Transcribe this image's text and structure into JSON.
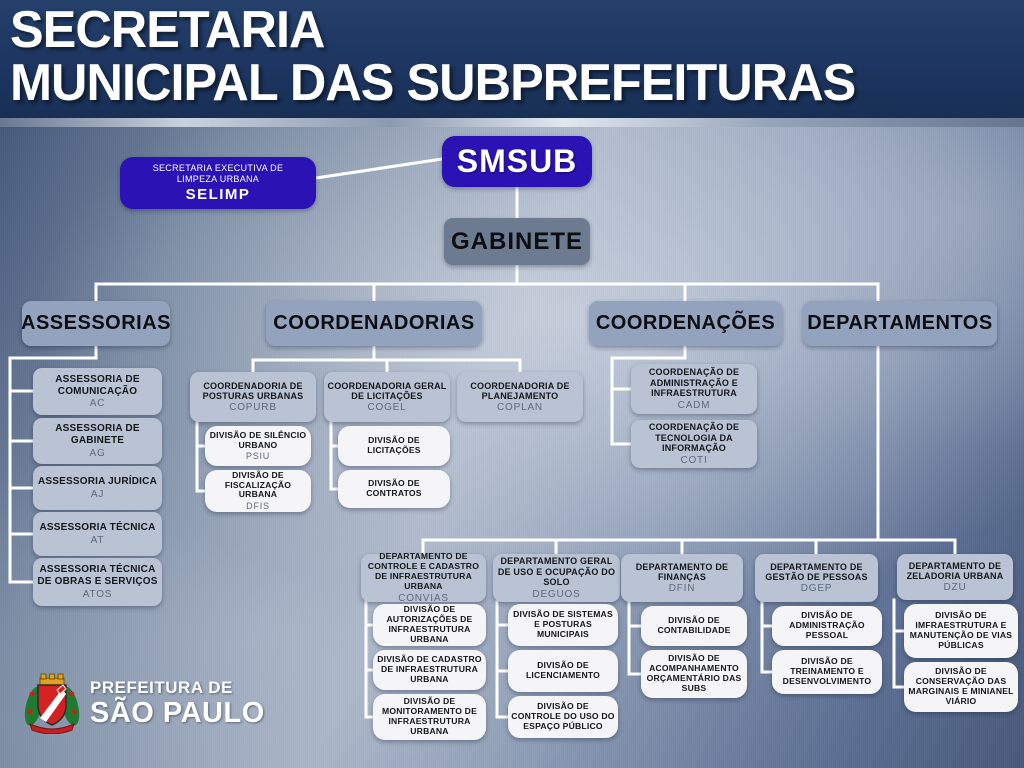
{
  "title": {
    "line1": "SECRETARIA",
    "line2": "MUNICIPAL DAS SUBPREFEITURAS"
  },
  "colors": {
    "title_band": "#1d3560",
    "node_primary": "#2b12b5",
    "node_gabinete": "#6d7b90",
    "node_branch_header": "#93a2bd",
    "node_child": "#bac3d4",
    "node_division": "#f5f5f7",
    "connector": "#ffffff",
    "background_metal": "#8b9bb5"
  },
  "org": {
    "selimp": {
      "subtitle": "SECRETARIA EXECUTIVA DE LIMPEZA URBANA",
      "acronym": "SELIMP"
    },
    "root": {
      "label": "SMSUB"
    },
    "gabinete": {
      "label": "GABINETE"
    },
    "branch_headers": [
      "ASSESSORIAS",
      "COORDENADORIAS",
      "COORDENAÇÕES",
      "DEPARTAMENTOS"
    ],
    "assessorias": [
      {
        "title": "ASSESSORIA DE COMUNICAÇÃO",
        "acronym": "AC"
      },
      {
        "title": "ASSESSORIA DE GABINETE",
        "acronym": "AG"
      },
      {
        "title": "ASSESSORIA JURÍDICA",
        "acronym": "AJ"
      },
      {
        "title": "ASSESSORIA TÉCNICA",
        "acronym": "AT"
      },
      {
        "title": "ASSESSORIA TÉCNICA DE OBRAS E SERVIÇOS",
        "acronym": "ATOS"
      }
    ],
    "coordenadorias": [
      {
        "title": "COORDENADORIA DE POSTURAS URBANAS",
        "acronym": "COPURB",
        "divisions": [
          {
            "title": "DIVISÃO DE SILÊNCIO URBANO",
            "acronym": "PSIU"
          },
          {
            "title": "DIVISÃO DE FISCALIZAÇÃO URBANA",
            "acronym": "DFIS"
          }
        ]
      },
      {
        "title": "COORDENADORIA GERAL DE LICITAÇÕES",
        "acronym": "COGEL",
        "divisions": [
          {
            "title": "DIVISÃO DE LICITAÇÕES"
          },
          {
            "title": "DIVISÃO DE CONTRATOS"
          }
        ]
      },
      {
        "title": "COORDENADORIA DE PLANEJAMENTO",
        "acronym": "COPLAN",
        "divisions": []
      }
    ],
    "coordenacoes": [
      {
        "title": "COORDENAÇÃO DE ADMINISTRAÇÃO E INFRAESTRUTURA",
        "acronym": "CADM"
      },
      {
        "title": "COORDENAÇÃO DE TECNOLOGIA DA INFORMAÇÃO",
        "acronym": "COTI"
      }
    ],
    "departamentos": [
      {
        "title": "DEPARTAMENTO DE CONTROLE E CADASTRO DE INFRAESTRUTURA URBANA",
        "acronym": "CONVIAS",
        "divisions": [
          "DIVISÃO DE AUTORIZAÇÕES DE INFRAESTRUTURA URBANA",
          "DIVISÃO DE CADASTRO DE INFRAESTRUTURA URBANA",
          "DIVISÃO DE MONITORAMENTO DE INFRAESTRUTURA URBANA"
        ]
      },
      {
        "title": "DEPARTAMENTO GERAL DE USO E OCUPAÇÃO DO SOLO",
        "acronym": "DEGUOS",
        "divisions": [
          "DIVISÃO DE SISTEMAS E POSTURAS MUNICIPAIS",
          "DIVISÃO DE LICENCIAMENTO",
          "DIVISÃO DE CONTROLE DO USO DO ESPAÇO PÚBLICO"
        ]
      },
      {
        "title": "DEPARTAMENTO DE FINANÇAS",
        "acronym": "DFIN",
        "divisions": [
          "DIVISÃO DE CONTABILIDADE",
          "DIVISÃO DE ACOMPANHAMENTO ORÇAMENTÁRIO DAS SUBS"
        ]
      },
      {
        "title": "DEPARTAMENTO DE GESTÃO DE PESSOAS",
        "acronym": "DGEP",
        "divisions": [
          "DIVISÃO DE ADMINISTRAÇÃO PESSOAL",
          "DIVISÃO DE TREINAMENTO E DESENVOLVIMENTO"
        ]
      },
      {
        "title": "DEPARTAMENTO DE ZELADORIA URBANA",
        "acronym": "DZU",
        "divisions": [
          "DIVISÃO DE IMFRAESTRUTURA E MANUTENÇÃO DE VIAS PÚBLICAS",
          "DIVISÃO DE CONSERVAÇÃO DAS MARGINAIS E MINIANEL VIÁRIO"
        ]
      }
    ]
  },
  "footer": {
    "line1": "PREFEITURA DE",
    "line2": "SÃO PAULO",
    "coat_of_arms_icon": "sao-paulo-coat-of-arms"
  }
}
